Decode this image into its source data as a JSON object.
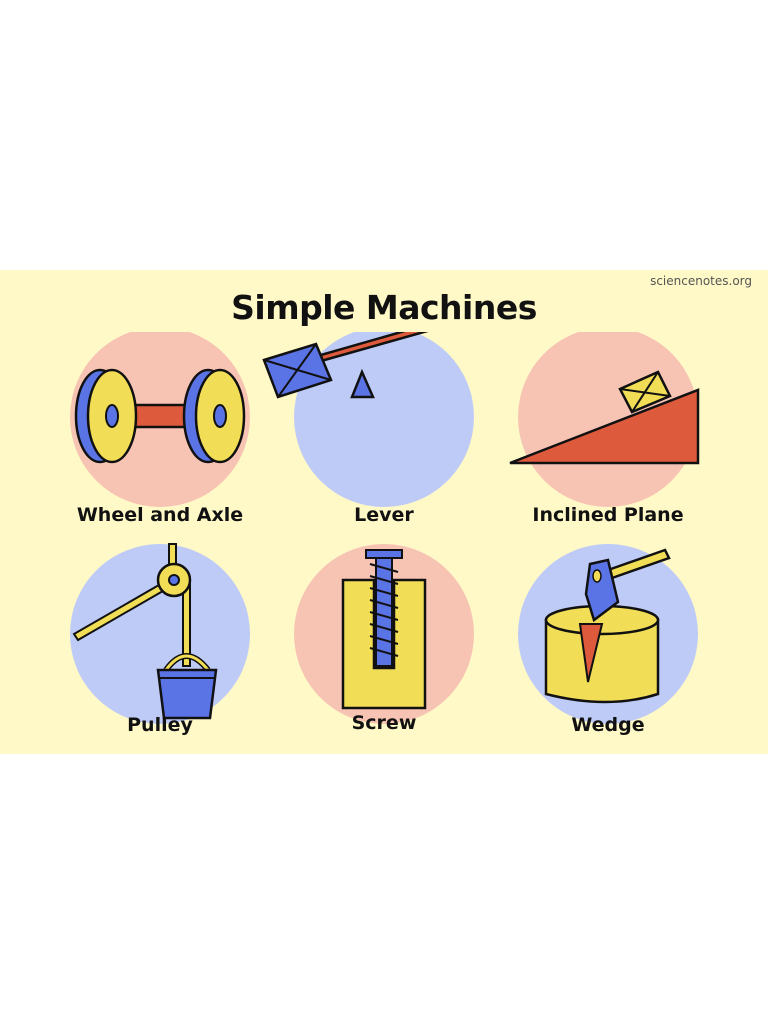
{
  "credit": "sciencenotes.org",
  "title": "Simple Machines",
  "machines": [
    {
      "label": "Wheel and Axle",
      "circle_color": "#f7c4b4"
    },
    {
      "label": "Lever",
      "circle_color": "#bfcbf7"
    },
    {
      "label": "Inclined Plane",
      "circle_color": "#f7c4b4"
    },
    {
      "label": "Pulley",
      "circle_color": "#bfcbf7"
    },
    {
      "label": "Screw",
      "circle_color": "#f7c4b4"
    },
    {
      "label": "Wedge",
      "circle_color": "#bfcbf7"
    }
  ],
  "colors": {
    "background": "#fef9c7",
    "yellow": "#f2de56",
    "blue": "#5a74e6",
    "red": "#dd5a3c",
    "outline": "#111111"
  }
}
